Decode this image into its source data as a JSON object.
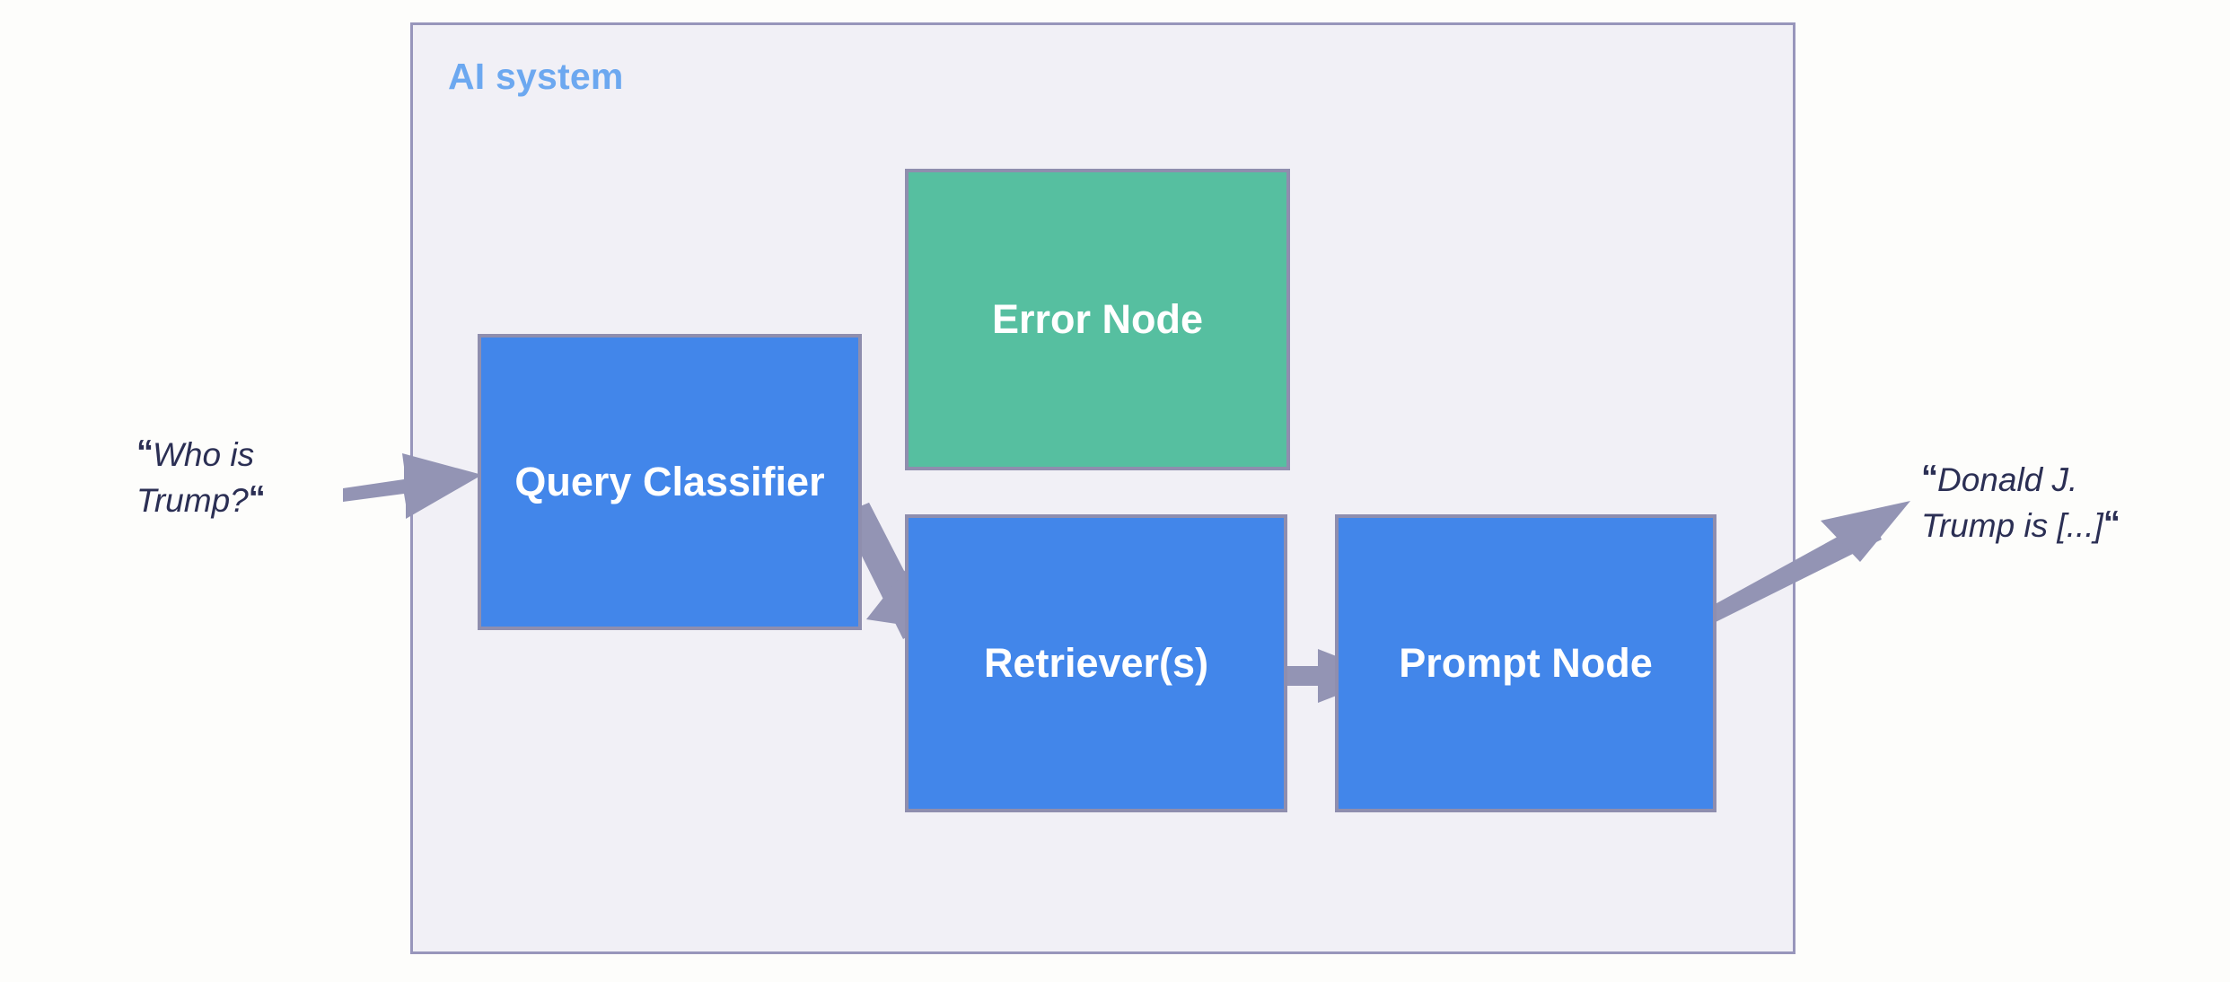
{
  "system": {
    "title": "AI system",
    "border_color": "#9896bb",
    "background_color": "#f1f0f6",
    "title_color": "#6ca8f0"
  },
  "page": {
    "background_color": "#fdfdfb",
    "arrow_color": "#9394b4",
    "node_border_color": "#8f8eae",
    "node_text_color": "#ffffff",
    "caption_text_color": "#2b2f54"
  },
  "nodes": [
    {
      "id": "error",
      "label": "Error Node",
      "color": "#56bfa0"
    },
    {
      "id": "query",
      "label": "Query Classifier",
      "color": "#4286ea"
    },
    {
      "id": "retriever",
      "label": "Retriever(s)",
      "color": "#4286ea"
    },
    {
      "id": "prompt",
      "label": "Prompt Node",
      "color": "#4286ea"
    }
  ],
  "io": {
    "input": {
      "text": "Who is\nTrump?",
      "open_quote": "“",
      "close_quote": "“"
    },
    "output": {
      "text": "Donald J.\nTrump is [...]",
      "open_quote": "“",
      "close_quote": "“"
    }
  },
  "edges": [
    {
      "id": "input-to-query",
      "from": "input-caption",
      "to": "query"
    },
    {
      "id": "query-to-retriever",
      "from": "query",
      "to": "retriever"
    },
    {
      "id": "retriever-to-prompt",
      "from": "retriever",
      "to": "prompt"
    },
    {
      "id": "prompt-to-output",
      "from": "prompt",
      "to": "output-caption"
    }
  ]
}
